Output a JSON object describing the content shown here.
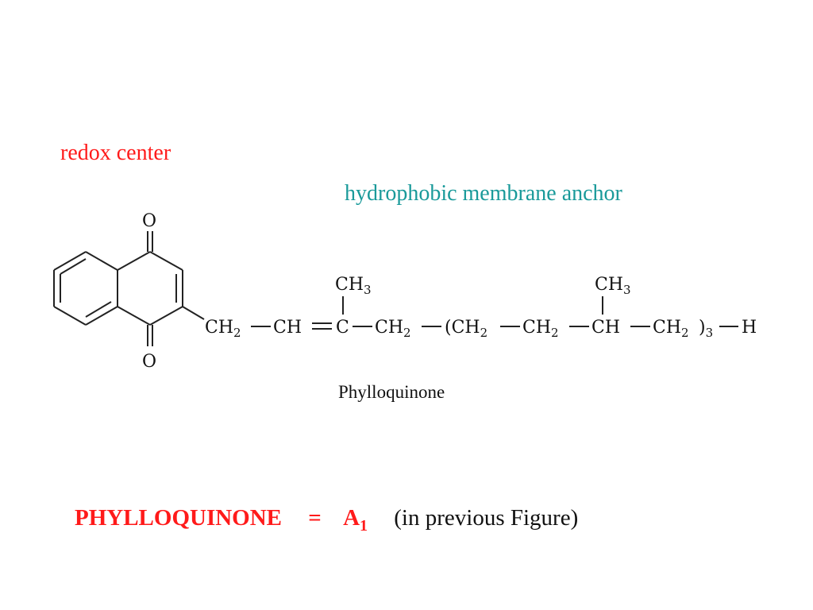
{
  "labels": {
    "redox_center": "redox center",
    "membrane_anchor": "hydrophobic membrane anchor",
    "molecule_name": "Phylloquinone"
  },
  "structure": {
    "oxygen_top": "O",
    "oxygen_bottom": "O",
    "chain": [
      {
        "text": "CH",
        "sub": "2"
      },
      {
        "text": "CH",
        "sub": ""
      },
      {
        "text": "C",
        "sub": ""
      },
      {
        "text": "CH",
        "sub": "2"
      },
      {
        "text": "(CH",
        "sub": "2"
      },
      {
        "text": "CH",
        "sub": "2"
      },
      {
        "text": "CH",
        "sub": ""
      },
      {
        "text": "CH",
        "sub": "2"
      },
      {
        "text": ")",
        "sub": "3"
      },
      {
        "text": "H",
        "sub": ""
      }
    ],
    "methyl_groups": [
      {
        "text": "CH",
        "sub": "3"
      },
      {
        "text": "CH",
        "sub": "3"
      }
    ]
  },
  "footer": {
    "name": "PHYLLOQUINONE",
    "equals": "=",
    "symbol": "A",
    "symbol_sub": "1",
    "note": "(in previous Figure)"
  },
  "colors": {
    "red": "#ff1a1a",
    "teal": "#1a9a9a",
    "black": "#111111"
  }
}
